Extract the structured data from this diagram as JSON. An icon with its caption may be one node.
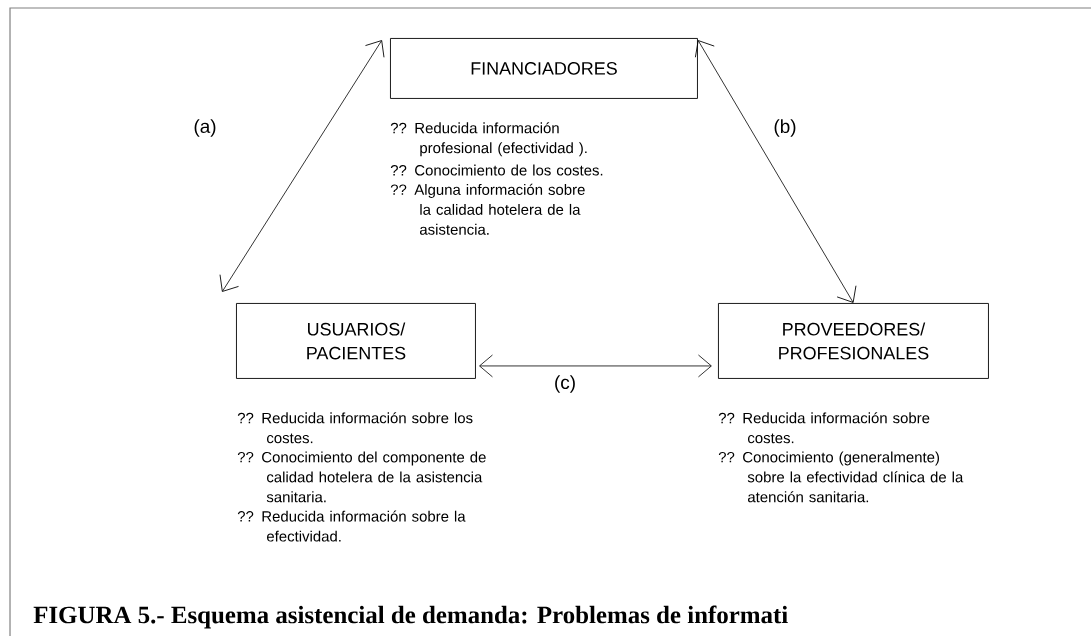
{
  "diagram": {
    "caption": "FIGURA 5.- Esquema asistencial de demanda: Problemas de informati",
    "nodes": [
      {
        "text": [
          "FINANCIADORES"
        ],
        "beside": [
          "?? Reducida información profesional (efectividad ).",
          "?? Conocimiento de los costes.",
          "?? Alguna información sobre la calidad hotelera de la asistencia."
        ]
      },
      {
        "text": [
          "USUARIOS/ PACIENTES"
        ],
        "beside": [
          "?? Reducida información sobre los costes.",
          "?? Conocimiento del componente de calidad hotelera de la asistencia sanitaria.",
          "?? Reducida información sobre la efectividad."
        ]
      },
      {
        "text": [
          "PROVEEDORES/ PROFESIONALES"
        ],
        "beside": [
          "?? Reducida información sobre costes.",
          "?? Conocimiento (generalmente) sobre la efectividad clínica de la atención sanitaria."
        ]
      }
    ],
    "edges": [
      {
        "from": 1,
        "to": 0,
        "arrow": "both",
        "label": "(a)"
      },
      {
        "from": 0,
        "to": 2,
        "arrow": "both",
        "label": "(b)"
      },
      {
        "from": 1,
        "to": 2,
        "arrow": "both",
        "label": "(c)"
      }
    ]
  }
}
